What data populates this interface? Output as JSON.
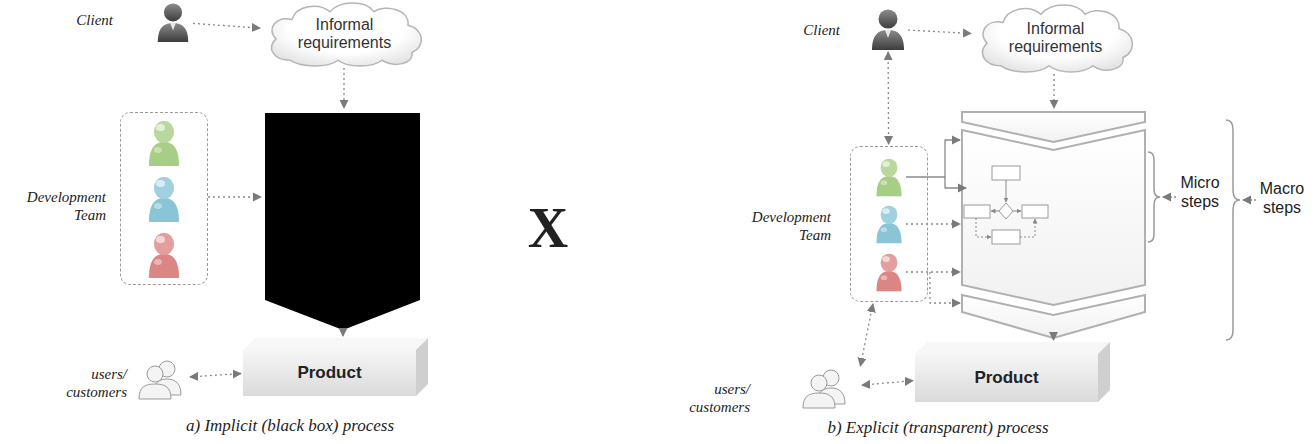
{
  "diagram": {
    "nodes": [
      {
        "text": [
          "Client"
        ]
      },
      {
        "text": [
          "Informal requirements"
        ]
      },
      {
        "text": [
          "Development Team"
        ]
      },
      {
        "text": [
          "Product"
        ]
      },
      {
        "text": [
          "users/ customers"
        ]
      },
      {
        "text": [
          "Client"
        ]
      },
      {
        "text": [
          "Informal requirements"
        ]
      },
      {
        "text": [
          "Development Team"
        ]
      },
      {
        "text": [
          "Product"
        ]
      },
      {
        "text": [
          "users/ customers"
        ]
      }
    ],
    "edges": [
      {
        "from": 0,
        "to": 1,
        "arrow": "to"
      },
      {
        "from": 4,
        "to": 3,
        "arrow": "both"
      },
      {
        "from": 5,
        "to": 6,
        "arrow": "to"
      },
      {
        "from": 5,
        "to": 7,
        "arrow": "both"
      },
      {
        "from": 7,
        "to": 9,
        "arrow": "both"
      },
      {
        "from": 9,
        "to": 8,
        "arrow": "both"
      }
    ],
    "labels": [
      "X",
      "a) Implicit (black box) process",
      "b) Explicit (transparent) process",
      "Micro steps",
      "Macro steps"
    ]
  }
}
